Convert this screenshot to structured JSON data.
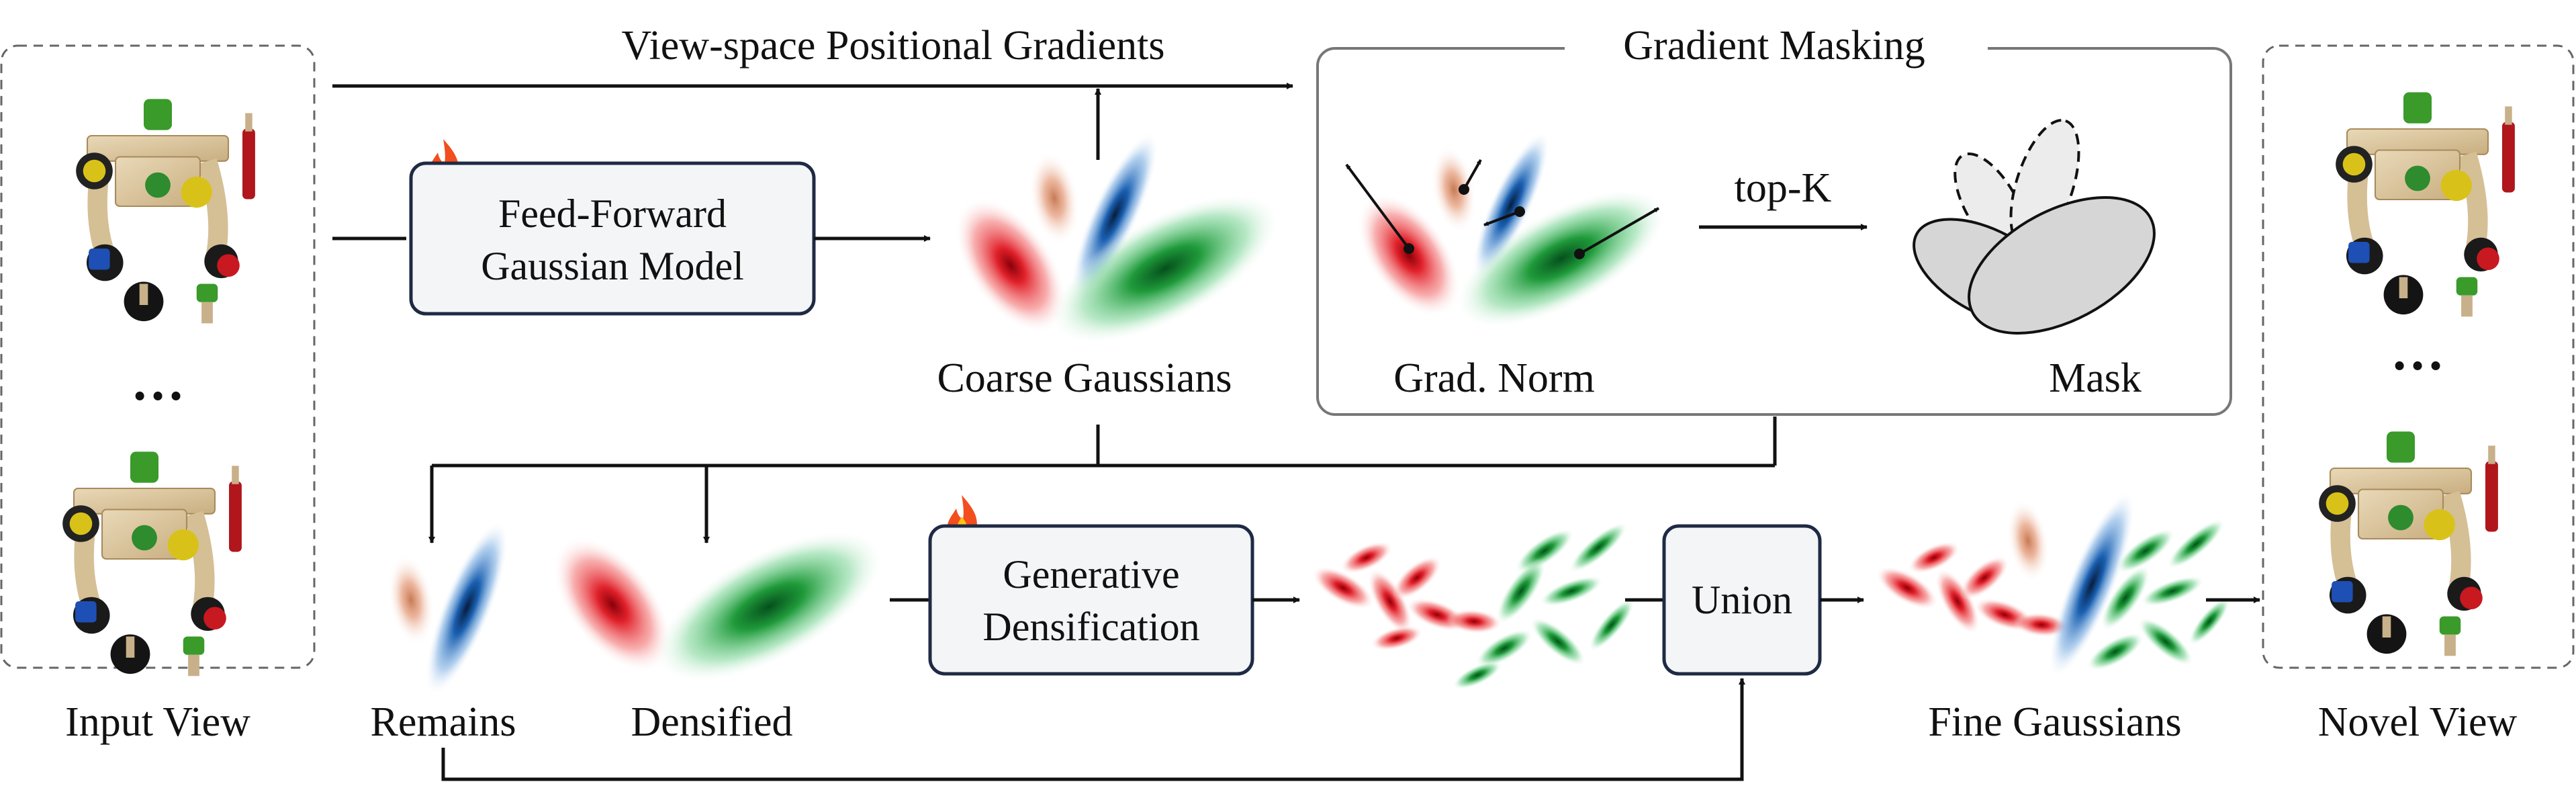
{
  "labels": {
    "view_space_gradients": "View-space Positional Gradients",
    "gradient_masking": "Gradient Masking",
    "ffgm_line1": "Feed-Forward",
    "ffgm_line2": "Gaussian Model",
    "coarse_gaussians": "Coarse Gaussians",
    "grad_norm": "Grad. Norm",
    "top_k": "top-K",
    "mask": "Mask",
    "remains": "Remains",
    "densified": "Densified",
    "gen_dens_line1": "Generative",
    "gen_dens_line2": "Densification",
    "union": "Union",
    "fine_gaussians": "Fine Gaussians",
    "input_view": "Input View",
    "novel_view": "Novel View",
    "ellipsis_input": "…",
    "ellipsis_novel": "…"
  },
  "icons": {
    "trainable": "fire-icon",
    "input_images": "toy-robot-image",
    "novel_images": "toy-robot-image"
  },
  "colors": {
    "red_gaussian": "#e0202a",
    "peach_gaussian": "#e8a688",
    "blue_gaussian": "#1a5fb0",
    "green_gaussian": "#1f9a3a",
    "box_fill": "#f4f5f7",
    "box_stroke": "#1f2a44",
    "mask_fill": "#d6d6d6"
  }
}
